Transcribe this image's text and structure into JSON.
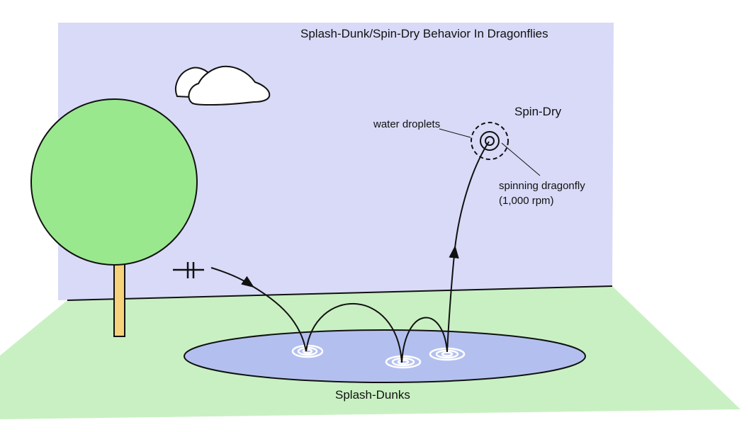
{
  "diagram": {
    "title": "Splash-Dunk/Spin-Dry Behavior In Dragonflies",
    "labels": {
      "spin_dry": "Spin-Dry",
      "water_droplets": "water droplets",
      "spinning_dragonfly": "spinning dragonfly",
      "rpm": "(1,000 rpm)",
      "splash_dunks": "Splash-Dunks"
    },
    "colors": {
      "wall": "#d8daf7",
      "ground": "#c9f0c2",
      "pond": "#b3c0ef",
      "tree_canopy": "#9ae88e",
      "tree_trunk": "#f6d27a",
      "cloud": "#ffffff",
      "outline": "#111111"
    }
  }
}
